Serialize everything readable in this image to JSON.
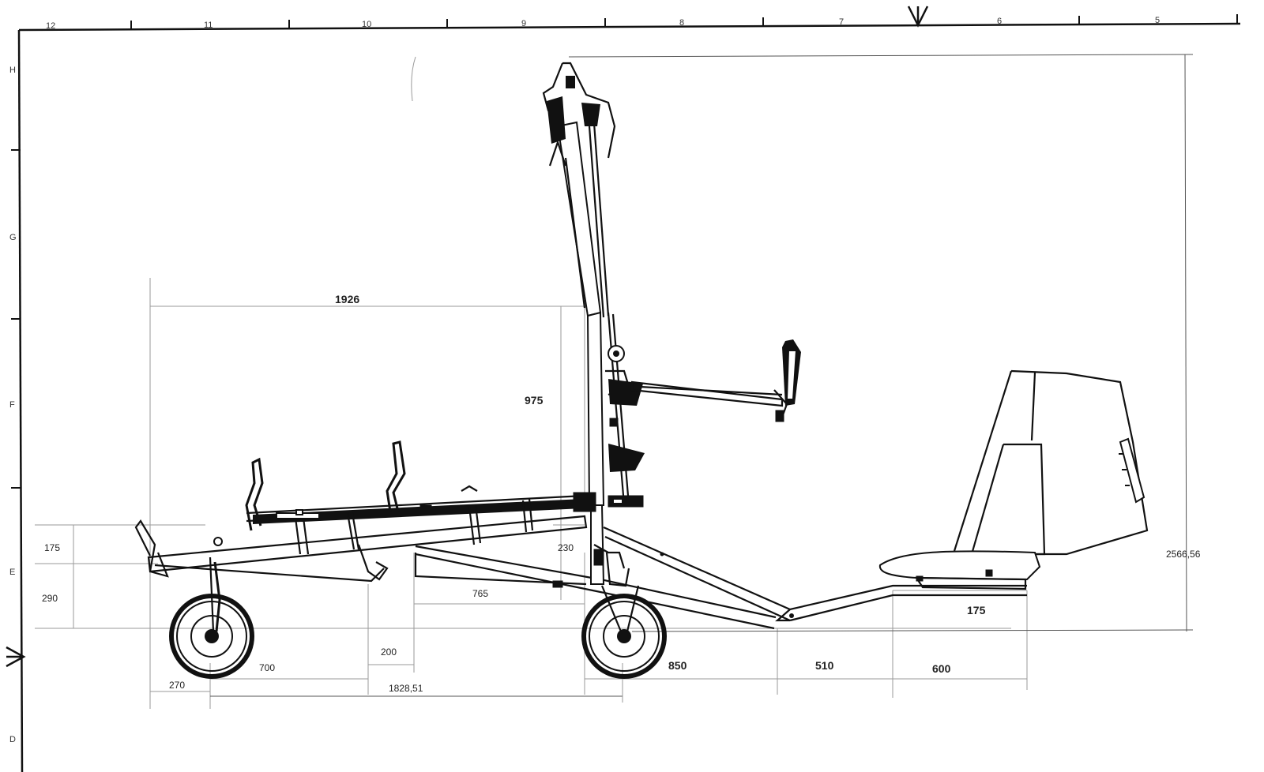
{
  "top_ruler": {
    "ticks": [
      "12",
      "11",
      "10",
      "9",
      "8",
      "7",
      "6",
      "5"
    ]
  },
  "left_ruler": {
    "ticks": [
      "H",
      "G",
      "F",
      "E",
      "D"
    ]
  },
  "dimensions": {
    "d1926": "1926",
    "d975": "975",
    "d175_left": "175",
    "d290": "290",
    "d230": "230",
    "d765": "765",
    "d200": "200",
    "d700": "700",
    "d270": "270",
    "d1828": "1828,51",
    "d850": "850",
    "d510": "510",
    "d600": "600",
    "d175_right": "175",
    "d2566": "2566,56"
  }
}
